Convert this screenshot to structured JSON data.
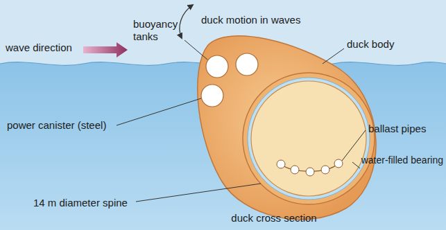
{
  "diagram": {
    "caption": "duck cross section",
    "labels": [
      "wave direction",
      "buoyancy tanks",
      "duck motion in waves",
      "duck body",
      "power canister (steel)",
      "ballast pipes",
      "water-filled bearing",
      "14 m diameter spine"
    ]
  }
}
